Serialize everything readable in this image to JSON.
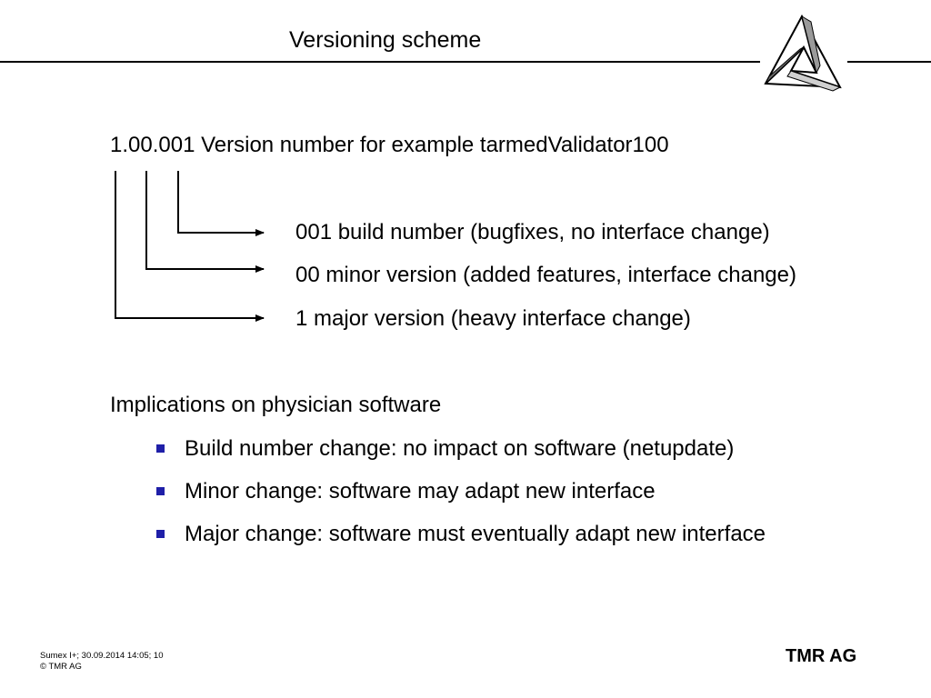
{
  "slide": {
    "title": "Versioning scheme",
    "version_line": "1.00.001 Version number for example tarmedValidator100",
    "parts": [
      {
        "label": "001 build number (bugfixes, no interface change)"
      },
      {
        "label": "00 minor version (added features, interface change)"
      },
      {
        "label": "1 major version (heavy interface change)"
      }
    ],
    "implications": {
      "heading": "Implications on physician software",
      "items": [
        {
          "text": "Build number change: no impact on software (netupdate)"
        },
        {
          "text": "Minor change: software may adapt new interface"
        },
        {
          "text": "Major change: software must eventually adapt new interface"
        }
      ]
    },
    "footer": {
      "meta_line": "Sumex I+; 30.09.2014 14:05; 10",
      "copyright": "© TMR AG",
      "company": "TMR AG"
    }
  },
  "colors": {
    "text": "#000000",
    "bullet": "#1f1fa8",
    "rule": "#000000"
  },
  "icons": {
    "logo": "impossible-triangle-logo"
  }
}
